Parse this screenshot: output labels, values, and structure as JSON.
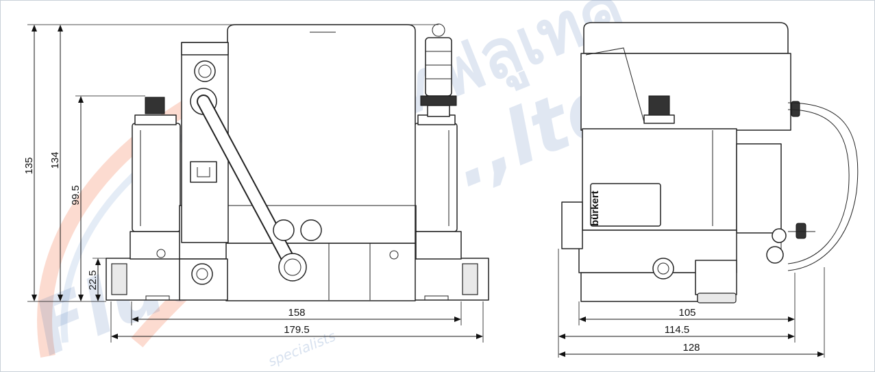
{
  "dimensions": {
    "front_height_overall": "135",
    "front_height_body": "134",
    "front_height_valve": "99.5",
    "front_height_base": "22.5",
    "front_width_inner": "158",
    "front_width_outer": "179.5",
    "side_width_inner": "105",
    "side_width_middle": "114.5",
    "side_width_outer": "128"
  },
  "watermark": {
    "thai_text": "บริษัทฟลูเทค",
    "brand_text": "Flutech Co.,ltd",
    "tagline": "specialists"
  },
  "labels": {
    "brand_plate": "bürkert"
  },
  "colors": {
    "watermark_red": "#f05a28",
    "watermark_blue": "#1f64b4"
  }
}
